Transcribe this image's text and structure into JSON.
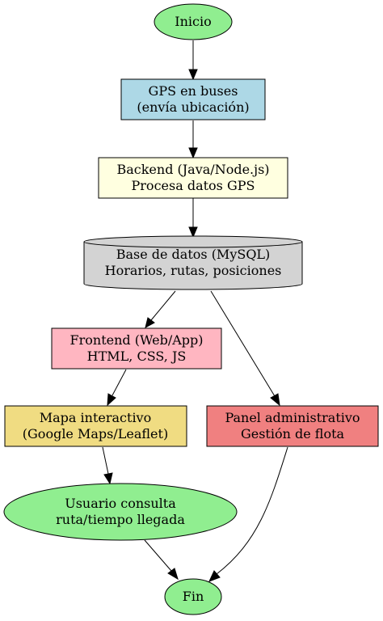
{
  "colors": {
    "start_end": "#90ee90",
    "gps": "#add8e6",
    "backend": "#ffffe0",
    "database": "#d3d3d3",
    "frontend": "#ffb6c1",
    "map": "#f0dc82",
    "admin": "#f08080",
    "user": "#90ee90"
  },
  "nodes": {
    "inicio": {
      "line1": "Inicio"
    },
    "gps": {
      "line1": "GPS en buses",
      "line2": "(envía ubicación)"
    },
    "backend": {
      "line1": "Backend (Java/Node.js)",
      "line2": "Procesa datos GPS"
    },
    "database": {
      "line1": "Base de datos (MySQL)",
      "line2": "Horarios, rutas, posiciones"
    },
    "frontend": {
      "line1": "Frontend (Web/App)",
      "line2": "HTML, CSS, JS"
    },
    "map": {
      "line1": "Mapa interactivo",
      "line2": "(Google Maps/Leaflet)"
    },
    "admin": {
      "line1": "Panel administrativo",
      "line2": "Gestión de flota"
    },
    "user": {
      "line1": "Usuario consulta",
      "line2": "ruta/tiempo llegada"
    },
    "fin": {
      "line1": "Fin"
    }
  }
}
